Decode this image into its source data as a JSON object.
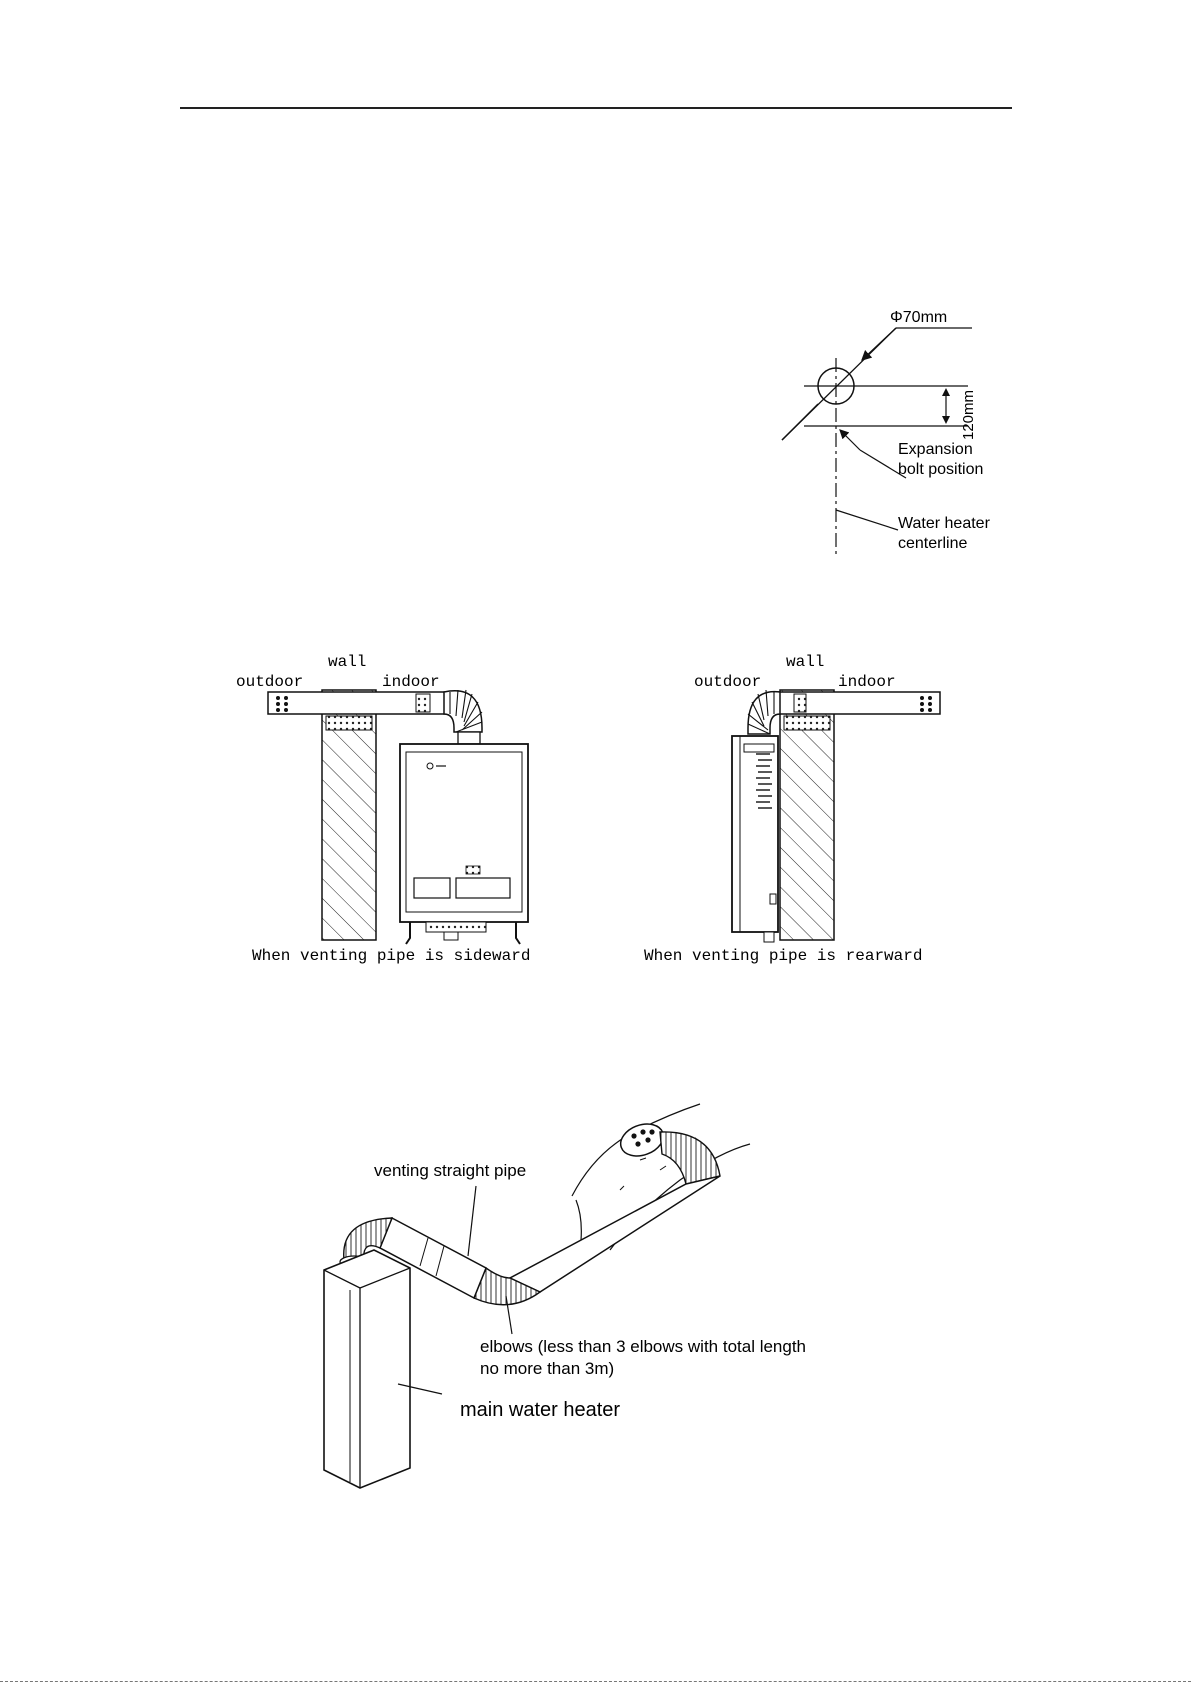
{
  "bolt_diagram": {
    "diameter_label": "Φ70mm",
    "spacing_label": "120mm",
    "bolt_label_line1": "Expansion",
    "bolt_label_line2": "bolt position",
    "centerline_label_line1": "Water heater",
    "centerline_label_line2": "centerline"
  },
  "sideward_diagram": {
    "wall_label": "wall",
    "outdoor_label": "outdoor",
    "indoor_label": "indoor",
    "caption": "When venting pipe is sideward"
  },
  "rearward_diagram": {
    "wall_label": "wall",
    "outdoor_label": "outdoor",
    "indoor_label": "indoor",
    "caption": "When venting pipe is rearward"
  },
  "venting_diagram": {
    "straight_pipe_label": "venting straight pipe",
    "elbows_label_line1": "elbows (less than 3 elbows with total length",
    "elbows_label_line2": "no more than 3m)",
    "heater_label": "main water heater"
  }
}
